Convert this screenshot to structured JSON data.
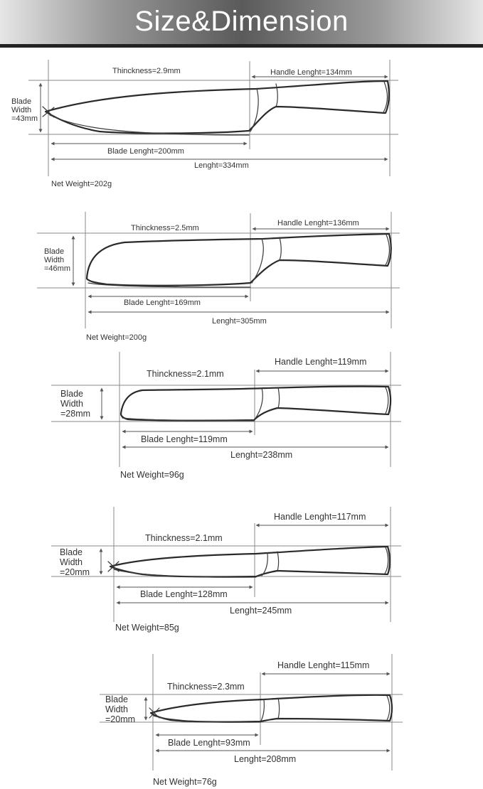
{
  "header": {
    "title": "Size&Dimension"
  },
  "knives": [
    {
      "thickness": "Thinckness=2.9mm",
      "handle_length": "Handle Lenght=134mm",
      "blade_width": [
        "Blade",
        "Width",
        "=43mm"
      ],
      "blade_length": "Blade Lenght=200mm",
      "length": "Lenght=334mm",
      "net_weight": "Net Weight=202g"
    },
    {
      "thickness": "Thinckness=2.5mm",
      "handle_length": "Handle Lenght=136mm",
      "blade_width": [
        "Blade",
        "Width",
        "=46mm"
      ],
      "blade_length": "Blade Lenght=169mm",
      "length": "Lenght=305mm",
      "net_weight": "Net Weight=200g"
    },
    {
      "thickness": "Thinckness=2.1mm",
      "handle_length": "Handle Lenght=119mm",
      "blade_width": [
        "Blade",
        "Width",
        "=28mm"
      ],
      "blade_length": "Blade Lenght=119mm",
      "length": "Lenght=238mm",
      "net_weight": "Net Weight=96g"
    },
    {
      "thickness": "Thinckness=2.1mm",
      "handle_length": "Handle Lenght=117mm",
      "blade_width": [
        "Blade",
        "Width",
        "=20mm"
      ],
      "blade_length": "Blade Lenght=128mm",
      "length": "Lenght=245mm",
      "net_weight": "Net Weight=85g"
    },
    {
      "thickness": "Thinckness=2.3mm",
      "handle_length": "Handle Lenght=115mm",
      "blade_width": [
        "Blade",
        "Width",
        "=20mm"
      ],
      "blade_length": "Blade Lenght=93mm",
      "length": "Lenght=208mm",
      "net_weight": "Net Weight=76g"
    }
  ]
}
